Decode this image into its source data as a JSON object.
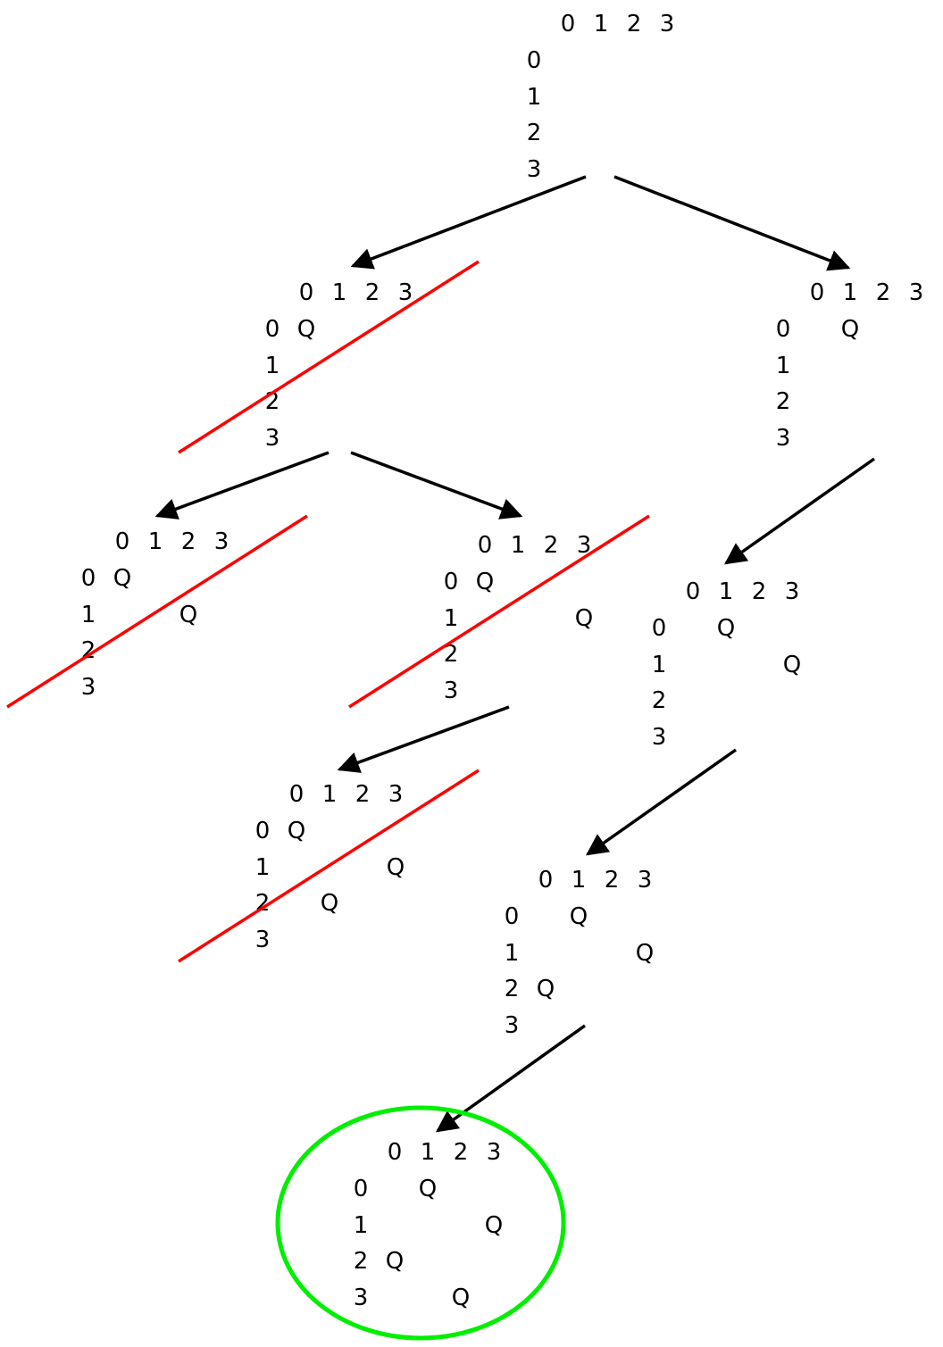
{
  "colors": {
    "arrow": "#000000",
    "cross_out": "#ff0000",
    "solution": "#00ee00"
  },
  "boards": [
    {
      "id": "root",
      "col_labels": [
        "0",
        "1",
        "2",
        "3"
      ],
      "row_labels": [
        "0",
        "1",
        "2",
        "3"
      ],
      "queens": [],
      "status": "expanded"
    },
    {
      "id": "q00",
      "col_labels": [
        "0",
        "1",
        "2",
        "3"
      ],
      "row_labels": [
        "0",
        "1",
        "2",
        "3"
      ],
      "queens": [
        [
          0,
          0
        ]
      ],
      "status": "pruned"
    },
    {
      "id": "q01",
      "col_labels": [
        "0",
        "1",
        "2",
        "3"
      ],
      "row_labels": [
        "0",
        "1",
        "2",
        "3"
      ],
      "queens": [
        [
          0,
          1
        ]
      ],
      "status": "expanded"
    },
    {
      "id": "q00-q12",
      "col_labels": [
        "0",
        "1",
        "2",
        "3"
      ],
      "row_labels": [
        "0",
        "1",
        "2",
        "3"
      ],
      "queens": [
        [
          0,
          0
        ],
        [
          1,
          2
        ]
      ],
      "status": "pruned"
    },
    {
      "id": "q00-q13",
      "col_labels": [
        "0",
        "1",
        "2",
        "3"
      ],
      "row_labels": [
        "0",
        "1",
        "2",
        "3"
      ],
      "queens": [
        [
          0,
          0
        ],
        [
          1,
          3
        ]
      ],
      "status": "pruned"
    },
    {
      "id": "q01-q13",
      "col_labels": [
        "0",
        "1",
        "2",
        "3"
      ],
      "row_labels": [
        "0",
        "1",
        "2",
        "3"
      ],
      "queens": [
        [
          0,
          1
        ],
        [
          1,
          3
        ]
      ],
      "status": "expanded"
    },
    {
      "id": "q00-q13-q21",
      "col_labels": [
        "0",
        "1",
        "2",
        "3"
      ],
      "row_labels": [
        "0",
        "1",
        "2",
        "3"
      ],
      "queens": [
        [
          0,
          0
        ],
        [
          1,
          3
        ],
        [
          2,
          1
        ]
      ],
      "status": "pruned"
    },
    {
      "id": "q01-q13-q20",
      "col_labels": [
        "0",
        "1",
        "2",
        "3"
      ],
      "row_labels": [
        "0",
        "1",
        "2",
        "3"
      ],
      "queens": [
        [
          0,
          1
        ],
        [
          1,
          3
        ],
        [
          2,
          0
        ]
      ],
      "status": "expanded"
    },
    {
      "id": "q01-q13-q20-q32",
      "col_labels": [
        "0",
        "1",
        "2",
        "3"
      ],
      "row_labels": [
        "0",
        "1",
        "2",
        "3"
      ],
      "queens": [
        [
          0,
          1
        ],
        [
          1,
          3
        ],
        [
          2,
          0
        ],
        [
          3,
          2
        ]
      ],
      "status": "solution"
    }
  ],
  "queen_symbol": "Q",
  "edges": [
    {
      "from": "root",
      "to": "q00"
    },
    {
      "from": "root",
      "to": "q01"
    },
    {
      "from": "q00",
      "to": "q00-q12"
    },
    {
      "from": "q00",
      "to": "q00-q13"
    },
    {
      "from": "q01",
      "to": "q01-q13"
    },
    {
      "from": "q00-q13",
      "to": "q00-q13-q21"
    },
    {
      "from": "q01-q13",
      "to": "q01-q13-q20"
    },
    {
      "from": "q01-q13-q20",
      "to": "q01-q13-q20-q32"
    }
  ]
}
